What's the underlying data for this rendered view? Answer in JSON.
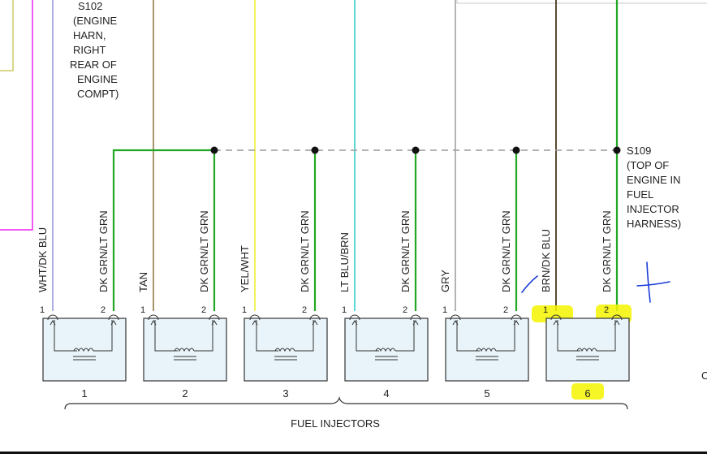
{
  "splice_s102": {
    "lines": [
      "S102",
      "(ENGINE",
      "HARN,",
      "RIGHT",
      "REAR OF",
      "ENGINE",
      "COMPT)"
    ]
  },
  "splice_s109": {
    "lines": [
      "S109",
      "(TOP OF",
      "ENGINE IN",
      "FUEL",
      "INJECTOR",
      "HARNESS)"
    ]
  },
  "group_label": "FUEL INJECTORS",
  "injectors": [
    {
      "number": "1",
      "pin1_label": "1",
      "pin2_label": "2",
      "wire1": "WHT/DK BLU",
      "wire2": "DK GRN/LT GRN"
    },
    {
      "number": "2",
      "pin1_label": "1",
      "pin2_label": "2",
      "wire1": "TAN",
      "wire2": "DK GRN/LT GRN"
    },
    {
      "number": "3",
      "pin1_label": "1",
      "pin2_label": "2",
      "wire1": "YEL/WHT",
      "wire2": "DK GRN/LT GRN"
    },
    {
      "number": "4",
      "pin1_label": "1",
      "pin2_label": "2",
      "wire1": "LT BLU/BRN",
      "wire2": "DK GRN/LT GRN"
    },
    {
      "number": "5",
      "pin1_label": "1",
      "pin2_label": "2",
      "wire1": "GRY",
      "wire2": "DK GRN/LT GRN"
    },
    {
      "number": "6",
      "pin1_label": "1",
      "pin2_label": "2",
      "wire1": "BRN/DK BLU",
      "wire2": "DK GRN/LT GRN"
    }
  ],
  "edge_glyph": "C",
  "colors": {
    "wht_dk_blu": "#9a9ad8",
    "tan": "#a8956a",
    "yel_wht": "#f2f25a",
    "lt_blu_brn": "#5ad8d8",
    "gry": "#b4b4b4",
    "brn_dk_blu": "#5a4a32",
    "dk_grn_lt_grn": "#22a822",
    "magenta": "#ee22ee",
    "olive": "#cccc66",
    "box_fill": "#e8f4fa",
    "highlight": "#f5f500",
    "annotation": "#1a3cd8"
  }
}
